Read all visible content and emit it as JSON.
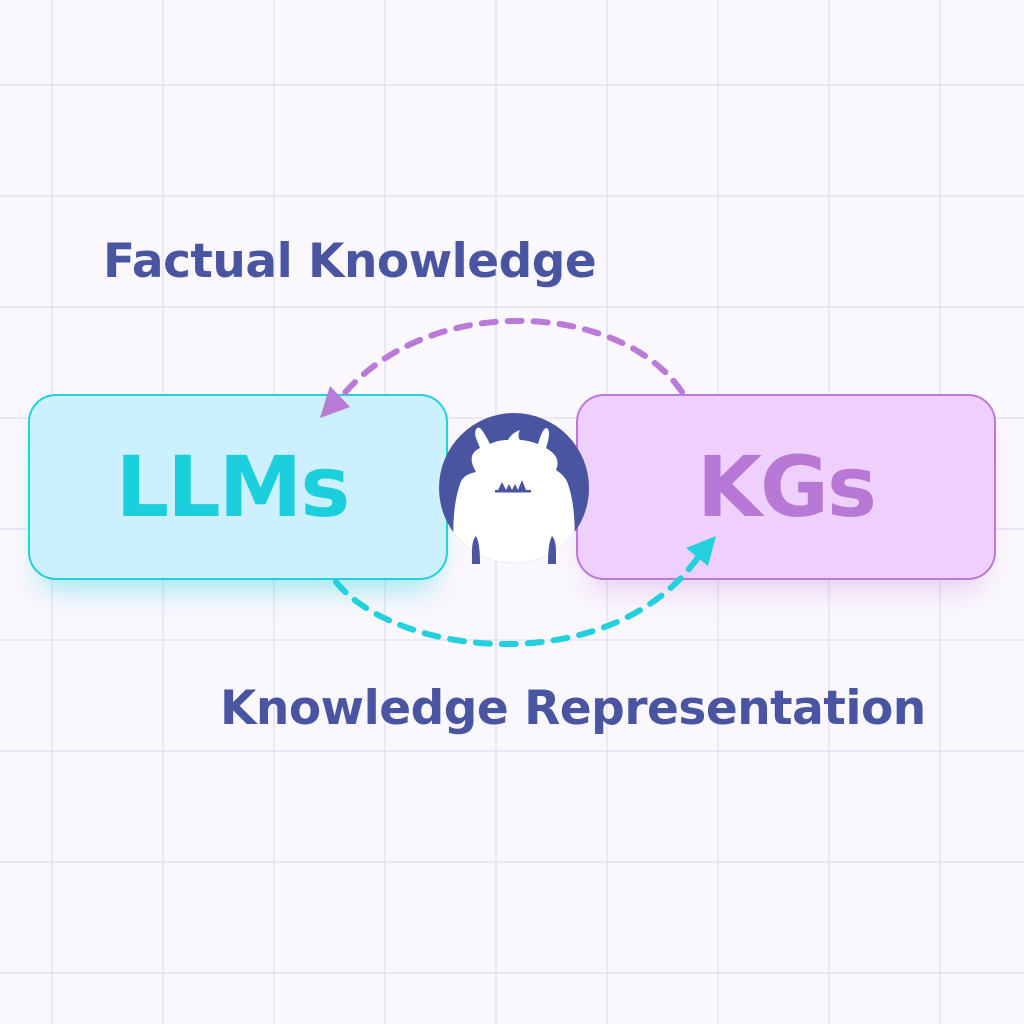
{
  "diagram": {
    "top_label": "Factual Knowledge",
    "bottom_label": "Knowledge Representation",
    "nodes": [
      {
        "id": "llms",
        "label": "LLMs",
        "fill": "#ccf0fd",
        "stroke": "#22d0de",
        "text_color": "#1ccfdc"
      },
      {
        "id": "kgs",
        "label": "KGs",
        "fill": "#efd0fd",
        "stroke": "#b97ad8",
        "text_color": "#b878d6"
      }
    ],
    "center_icon": {
      "name": "monster-mascot-icon",
      "fill": "#4a55a2"
    },
    "edges": [
      {
        "from": "KGs",
        "to": "LLMs",
        "label": "Factual Knowledge",
        "style": "dashed",
        "color": "#b97ad8"
      },
      {
        "from": "LLMs",
        "to": "KGs",
        "label": "Knowledge Representation",
        "style": "dashed",
        "color": "#22d0de"
      }
    ],
    "colors": {
      "background": "#faf7fd",
      "grid": "#e4e0f5",
      "label_text": "#4a55a2"
    }
  }
}
